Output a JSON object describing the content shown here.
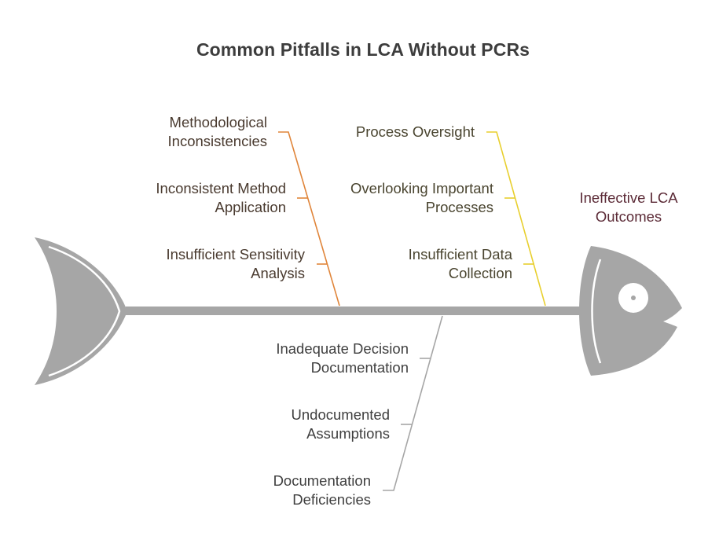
{
  "title": "Common Pitfalls in LCA Without PCRs",
  "effect": "Ineffective LCA\nOutcomes",
  "colors": {
    "spine": "#a6a6a6",
    "fish": "#a6a6a6",
    "orange_branch": "#e0853a",
    "yellow_branch": "#e8cf2e",
    "gray_branch": "#a6a6a6",
    "effect_text": "#5b2a36"
  },
  "branches": {
    "orange": {
      "causes": [
        "Methodological\nInconsistencies",
        "Inconsistent Method\nApplication",
        "Insufficient Sensitivity\nAnalysis"
      ]
    },
    "yellow": {
      "causes": [
        "Process Oversight",
        "Overlooking Important\nProcesses",
        "Insufficient Data\nCollection"
      ]
    },
    "gray": {
      "causes": [
        "Inadequate Decision\nDocumentation",
        "Undocumented\nAssumptions",
        "Documentation\nDeficiencies"
      ]
    }
  }
}
